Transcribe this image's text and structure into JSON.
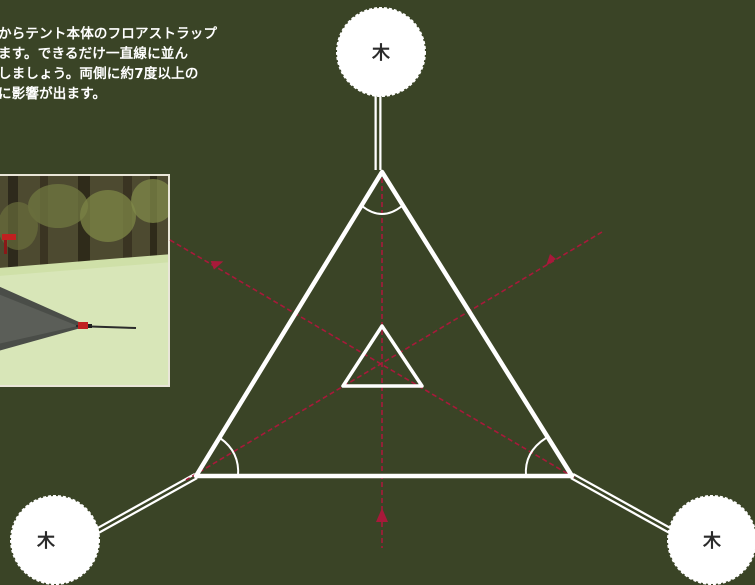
{
  "caption": {
    "lines": [
      "からテント本体のフロアストラップ",
      "ます。できるだけ一直線に並ん",
      "しましょう。両側に約7度以上の",
      "に影響が出ます。"
    ]
  },
  "trees": [
    {
      "label": "木"
    },
    {
      "label": "木"
    },
    {
      "label": "木"
    }
  ],
  "colors": {
    "background": "#3a4426",
    "line": "#ffffff",
    "dashed_arrow": "#a8193a",
    "tree_circle": "#ffffff"
  },
  "photo": {
    "description_icon": "tent-photo"
  }
}
